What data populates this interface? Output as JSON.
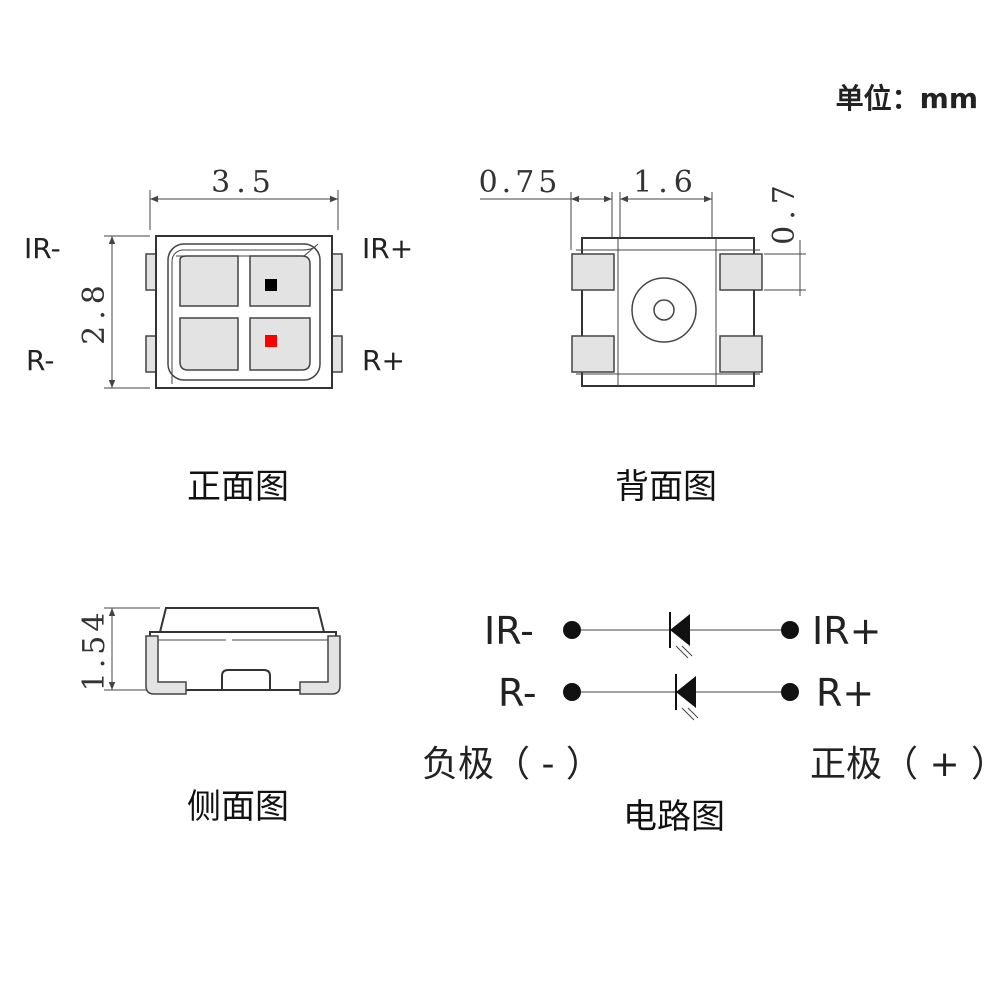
{
  "unit_label": "单位：mm",
  "front_view": {
    "title": "正面图",
    "dim_width": "3.5",
    "dim_height": "2.8",
    "pin_ir_minus": "IR-",
    "pin_ir_plus": "IR+",
    "pin_r_minus": "R-",
    "pin_r_plus": "R+",
    "chip_ir_color": "#000000",
    "chip_r_color": "#ff0000"
  },
  "back_view": {
    "title": "背面图",
    "dim_pad_offset": "0.75",
    "dim_pad_gap": "1.6",
    "dim_pad_height": "0.7"
  },
  "side_view": {
    "title": "侧面图",
    "dim_thickness": "1.54"
  },
  "circuit": {
    "title": "电路图",
    "ir_minus": "IR-",
    "ir_plus": "IR+",
    "r_minus": "R-",
    "r_plus": "R+",
    "negative_label": "负极（ - ）",
    "positive_label": "正极（ + ）"
  }
}
